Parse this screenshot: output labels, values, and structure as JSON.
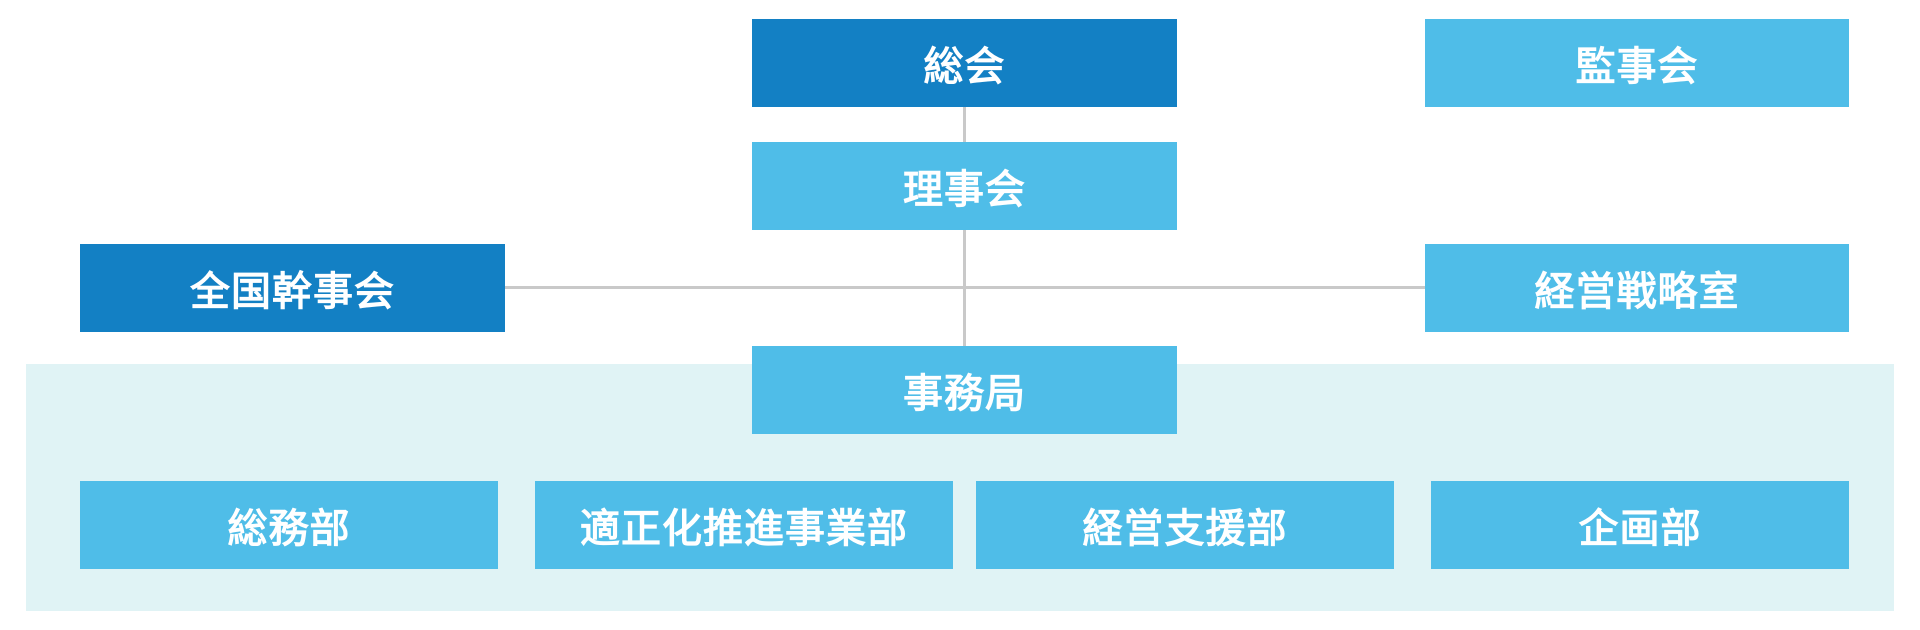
{
  "colors": {
    "primary_box": "#1380c4",
    "secondary_box": "#4fbde8",
    "connector": "#c9c9c9",
    "secretariat_panel": "#e0f3f5",
    "text": "#ffffff"
  },
  "org_chart": {
    "general_assembly": "総会",
    "audit_board": "監事会",
    "board_of_directors": "理事会",
    "national_officers_council": "全国幹事会",
    "management_strategy_office": "経営戦略室",
    "secretariat": {
      "label": "事務局",
      "departments": [
        "総務部",
        "適正化推進事業部",
        "経営支援部",
        "企画部"
      ]
    }
  }
}
